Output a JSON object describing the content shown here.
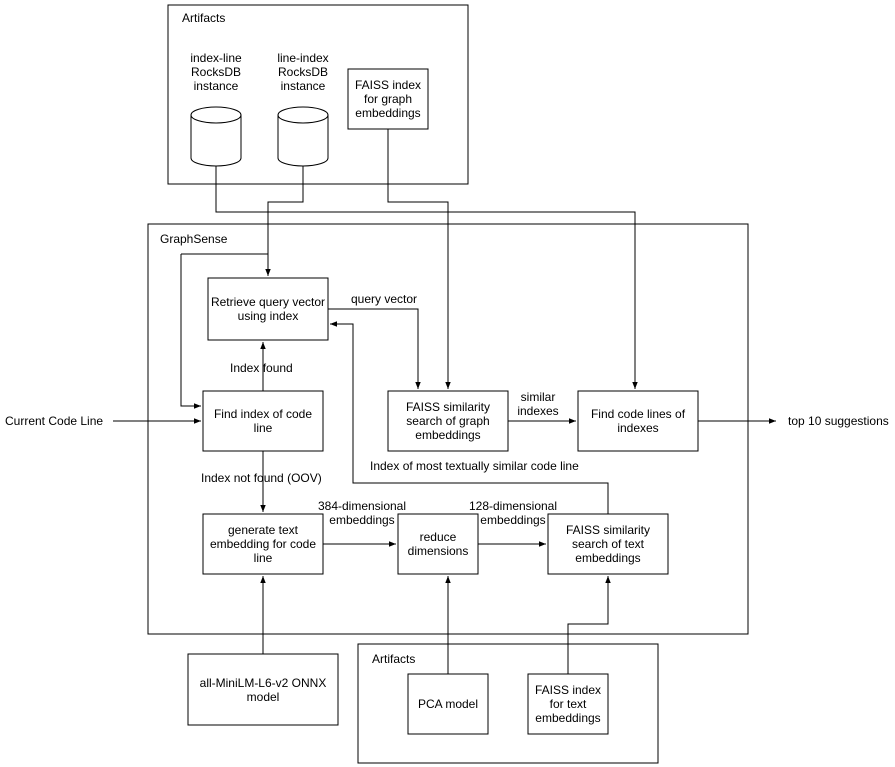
{
  "groups": {
    "artifacts_top": "Artifacts",
    "graphsense": "GraphSense",
    "artifacts_bottom": "Artifacts"
  },
  "nodes": {
    "index_line_db": [
      "index-line",
      "RocksDB",
      "instance"
    ],
    "line_index_db": [
      "line-index",
      "RocksDB",
      "instance"
    ],
    "faiss_graph_index": [
      "FAISS index",
      "for graph",
      "embeddings"
    ],
    "retrieve_query": [
      "Retrieve query vector",
      "using index"
    ],
    "find_index": [
      "Find index of code",
      "line"
    ],
    "faiss_graph_search": [
      "FAISS similarity",
      "search of graph",
      "embeddings"
    ],
    "find_code_lines": [
      "Find code lines of",
      "indexes"
    ],
    "generate_embedding": [
      "generate text",
      "embedding for code",
      "line"
    ],
    "reduce_dimensions": [
      "reduce",
      "dimensions"
    ],
    "faiss_text_search": [
      "FAISS similarity",
      "search of text",
      "embeddings"
    ],
    "minilm_model": [
      "all-MiniLM-L6-v2 ONNX",
      "model"
    ],
    "pca_model": [
      "PCA model"
    ],
    "faiss_text_index": [
      "FAISS index",
      "for text",
      "embeddings"
    ]
  },
  "edge_labels": {
    "input": "Current Code Line",
    "output": "top 10 suggestions",
    "query_vector": "query vector",
    "index_found": "Index found",
    "similar_indexes": [
      "similar",
      "indexes"
    ],
    "most_similar": "Index of most textually similar code line",
    "not_found": "Index not found (OOV)",
    "dim384": [
      "384-dimensional",
      "embeddings"
    ],
    "dim128": [
      "128-dimensional",
      "embeddings"
    ]
  }
}
